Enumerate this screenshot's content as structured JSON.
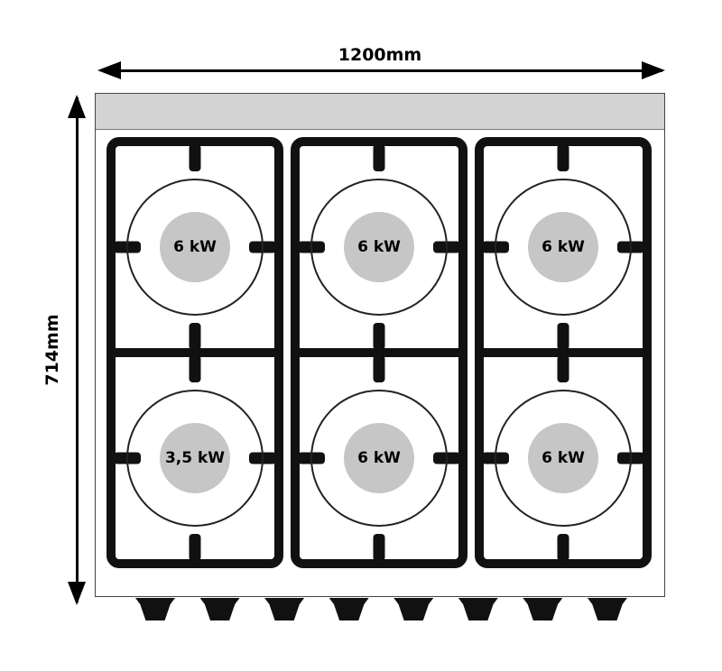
{
  "dimensions": {
    "width_label": "1200mm",
    "height_label": "714mm"
  },
  "grates": [
    {
      "burners": [
        {
          "power": "6 kW"
        },
        {
          "power": "3,5 kW"
        }
      ]
    },
    {
      "burners": [
        {
          "power": "6 kW"
        },
        {
          "power": "6 kW"
        }
      ]
    },
    {
      "burners": [
        {
          "power": "6 kW"
        },
        {
          "power": "6 kW"
        }
      ]
    }
  ],
  "knob_count": 8,
  "colors": {
    "grate": "#111111",
    "burner_center": "#c6c6c6",
    "back_panel": "#d3d3d3",
    "outline": "#444444"
  }
}
